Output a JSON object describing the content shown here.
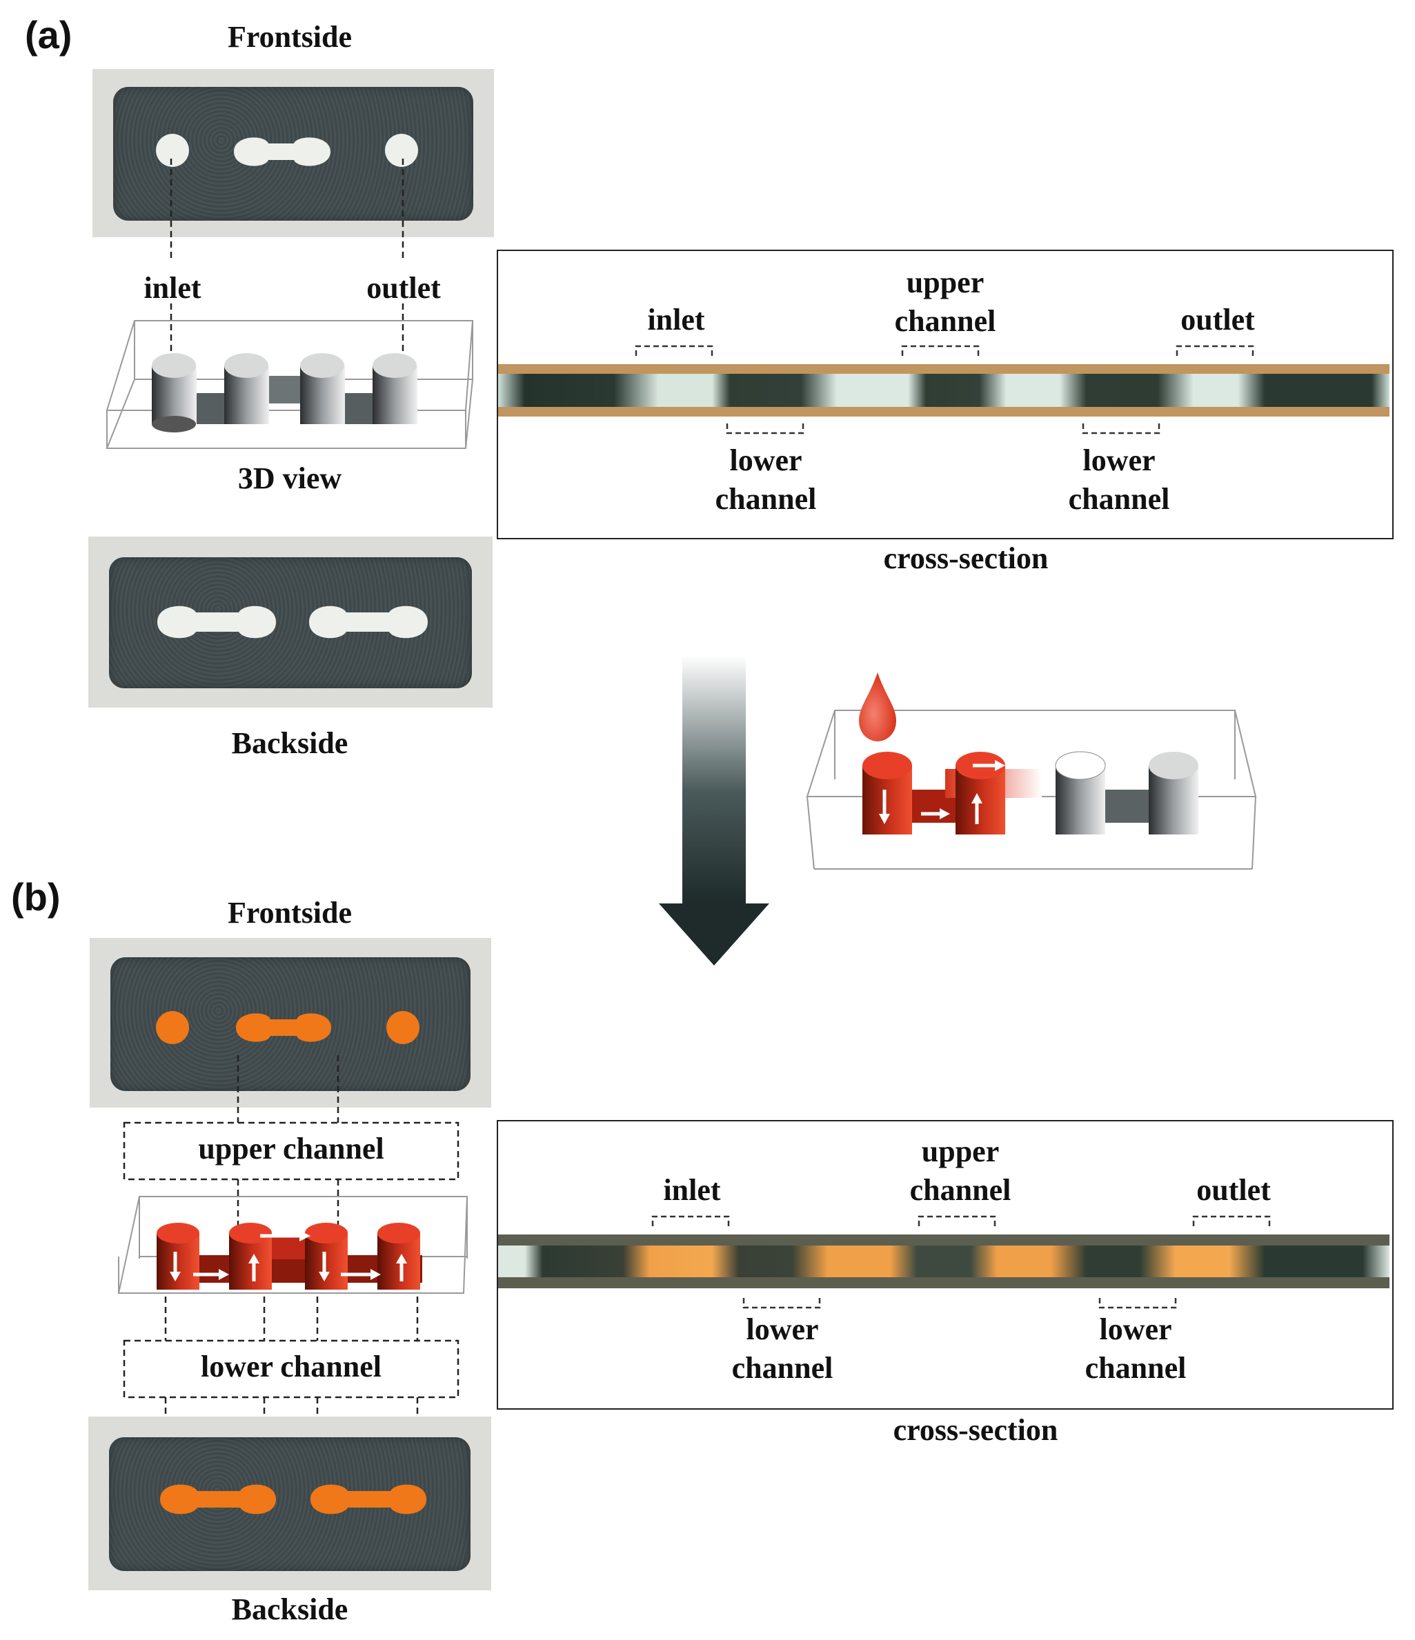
{
  "panel_a": {
    "label": "(a)",
    "frontside_title": "Frontside",
    "inlet_label": "inlet",
    "outlet_label": "outlet",
    "view3d_label": "3D view",
    "backside_title": "Backside",
    "xsec": {
      "inlet": "inlet",
      "upper": "upper\nchannel",
      "outlet": "outlet",
      "lower_left": "lower\nchannel",
      "lower_right": "lower\nchannel",
      "caption": "cross-section"
    }
  },
  "panel_b": {
    "label": "(b)",
    "frontside_title": "Frontside",
    "upper_channel_label": "upper channel",
    "lower_channel_label": "lower channel",
    "backside_title": "Backside",
    "xsec": {
      "inlet": "inlet",
      "upper": "upper\nchannel",
      "outlet": "outlet",
      "lower_left": "lower\nchannel",
      "lower_right": "lower\nchannel",
      "caption": "cross-section"
    }
  },
  "colors": {
    "wax": "#3f494b",
    "paper": "#dcdcd8",
    "dye": "#f07818",
    "channel_red": "#d8341c",
    "arrow_dark": "#1f2b2b",
    "tape": "#b8925c"
  }
}
